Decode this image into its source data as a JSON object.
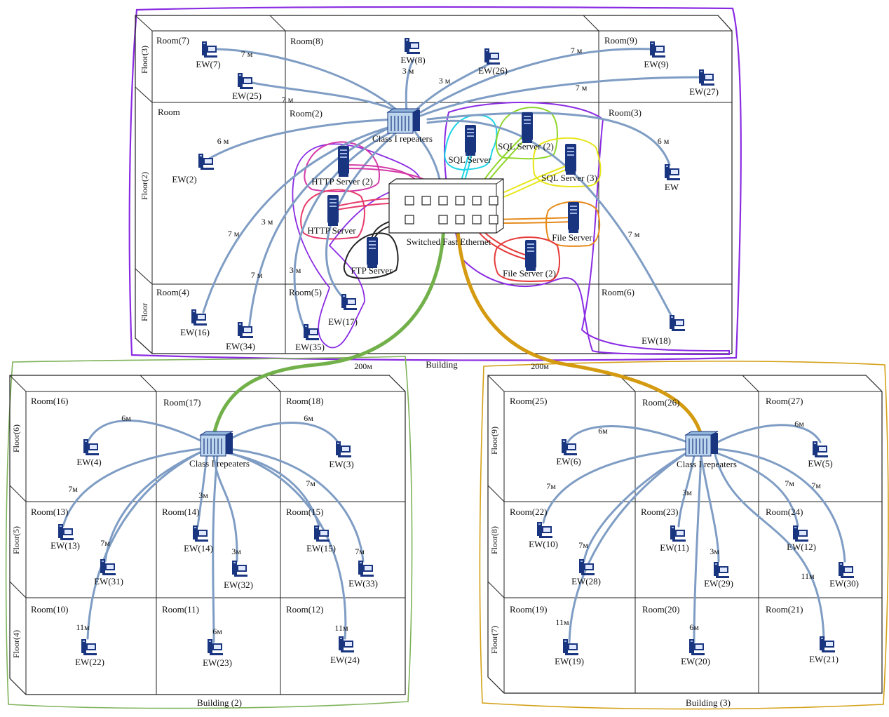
{
  "main": {
    "name": "Building",
    "floors": [
      "Floor(3)",
      "Floor(2)",
      "Floor"
    ],
    "rooms": [
      {
        "id": "r7",
        "label": "Room(7)"
      },
      {
        "id": "r8",
        "label": "Room(8)"
      },
      {
        "id": "r9",
        "label": "Room(9)"
      },
      {
        "id": "r1",
        "label": "Room"
      },
      {
        "id": "r2",
        "label": "Room(2)"
      },
      {
        "id": "r3",
        "label": "Room(3)"
      },
      {
        "id": "r4",
        "label": "Room(4)"
      },
      {
        "id": "r5",
        "label": "Room(5)"
      },
      {
        "id": "r6",
        "label": "Room(6)"
      }
    ],
    "repeater": "Class I repeaters",
    "switch": "Switched Fast Ethernet",
    "servers": [
      "HTTP Server (2)",
      "HTTP Server",
      "FTP Server",
      "SQL Server",
      "SQL Server (2)",
      "SQL Server (3)",
      "File Server",
      "File Server (2)"
    ],
    "workstations": [
      "EW(7)",
      "EW(25)",
      "EW(8)",
      "EW(26)",
      "EW(9)",
      "EW(27)",
      "EW(2)",
      "EW",
      "EW(16)",
      "EW(34)",
      "EW(35)",
      "EW(17)",
      "EW(18)"
    ],
    "distances": [
      "7 м",
      "7 м",
      "3 м",
      "3 м",
      "7 м",
      "7 м",
      "6 м",
      "6 м",
      "7 м",
      "3 м",
      "7 м",
      "3 м",
      "7 м"
    ]
  },
  "b2": {
    "name": "Building (2)",
    "floors": [
      "Floor(6)",
      "Floor(5)",
      "Floor(4)"
    ],
    "rooms": [
      "Room(16)",
      "Room(17)",
      "Room(18)",
      "Room(13)",
      "Room(14)",
      "Room(15)",
      "Room(10)",
      "Room(11)",
      "Room(12)"
    ],
    "repeater": "Class I repeaters",
    "workstations": [
      "EW(4)",
      "EW(3)",
      "EW(13)",
      "EW(31)",
      "EW(14)",
      "EW(32)",
      "EW(15)",
      "EW(33)",
      "EW(22)",
      "EW(23)",
      "EW(24)"
    ],
    "distances": [
      "6м",
      "6м",
      "7м",
      "7м",
      "3м",
      "3м",
      "7м",
      "7м",
      "11м",
      "6м",
      "11м"
    ]
  },
  "b3": {
    "name": "Building (3)",
    "floors": [
      "Floor(9)",
      "Floor(8)",
      "Floor(7)"
    ],
    "rooms": [
      "Room(25)",
      "Room(26)",
      "Room(27)",
      "Room(22)",
      "Room(23)",
      "Room(24)",
      "Room(19)",
      "Room(20)",
      "Room(21)"
    ],
    "repeater": "Class I repeaters",
    "workstations": [
      "EW(6)",
      "EW(5)",
      "EW(10)",
      "EW(28)",
      "EW(11)",
      "EW(29)",
      "EW(12)",
      "EW(30)",
      "EW(19)",
      "EW(20)",
      "EW(21)"
    ],
    "distances": [
      "6м",
      "6м",
      "7м",
      "7м",
      "3м",
      "3м",
      "7м",
      "7м",
      "11м",
      "11м",
      "6м"
    ]
  },
  "links": {
    "to_b2": "200м",
    "to_b3": "200м"
  },
  "colors": {
    "cable": "#7f9dc4",
    "device": "#1a3580",
    "main_outline": "#8a2be2",
    "b2_outline": "#7fb35a",
    "b3_outline": "#d4a017",
    "link_b2": "#72b04a",
    "link_b3": "#d49a10",
    "http": "#d43aa8",
    "ftp": "#222222",
    "sql": "#1fd4e6",
    "sql2": "#8fd62a",
    "sql3": "#e6e61a",
    "file": "#e68a1a",
    "file2": "#e63a3a"
  },
  "icons": [
    "workstation-icon",
    "server-icon",
    "repeater-icon",
    "switch-icon"
  ]
}
